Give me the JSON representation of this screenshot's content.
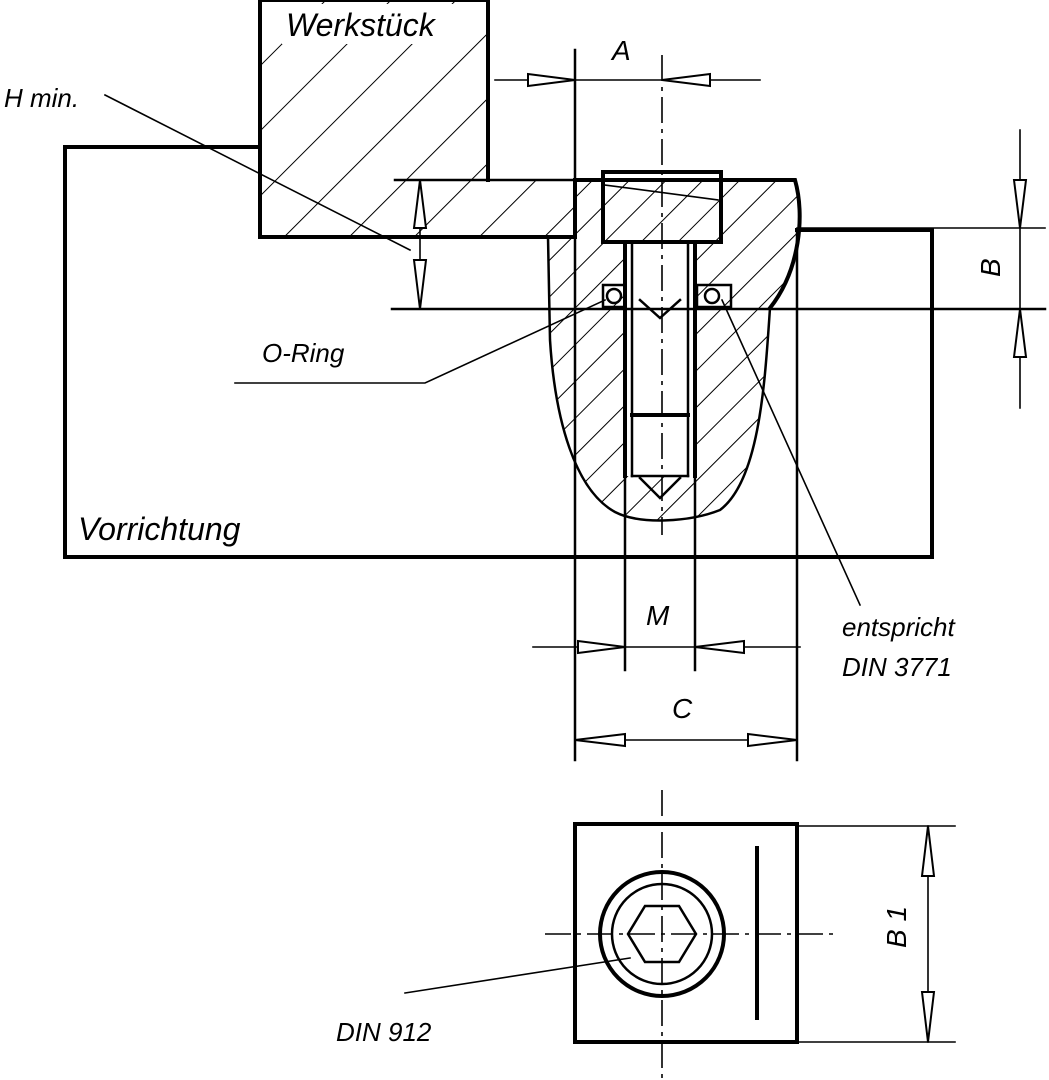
{
  "labels": {
    "workpiece": "Werkstück",
    "h_min": "H min.",
    "fixture": "Vorrichtung",
    "o_ring": "O-Ring",
    "dim_a": "A",
    "dim_b": "B",
    "dim_b1": "B 1",
    "dim_c": "C",
    "dim_m": "M",
    "din3771_line1": "entspricht",
    "din3771_line2": "DIN 3771",
    "din912": "DIN 912"
  }
}
